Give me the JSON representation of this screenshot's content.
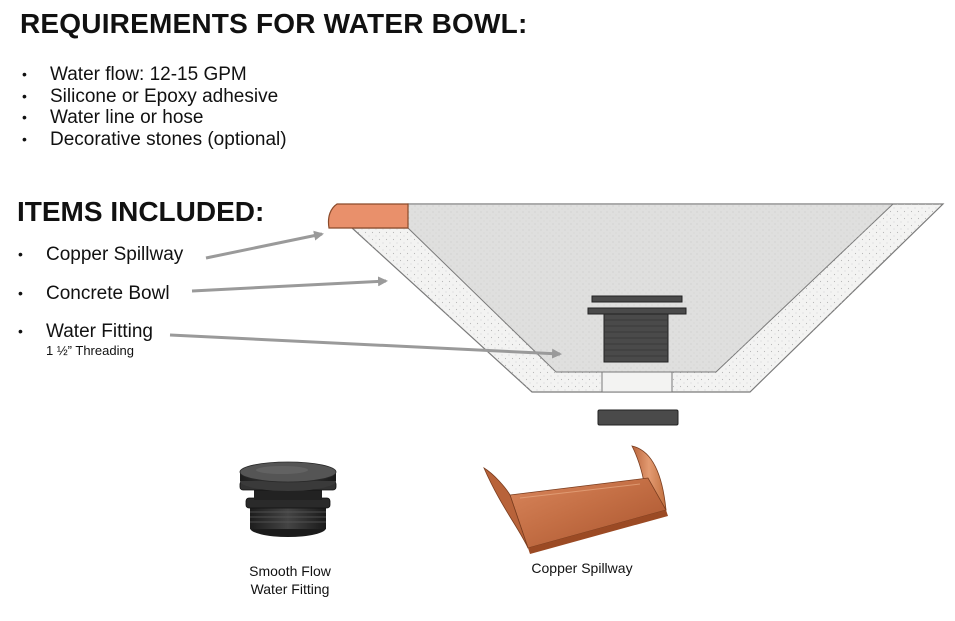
{
  "requirements": {
    "title": "REQUIREMENTS FOR WATER BOWL:",
    "items": [
      "Water flow: 12-15 GPM",
      "Silicone or Epoxy adhesive",
      "Water line or hose",
      "Decorative stones (optional)"
    ]
  },
  "included": {
    "title": "ITEMS INCLUDED:",
    "items": [
      {
        "label": "Copper Spillway",
        "sub": ""
      },
      {
        "label": "Concrete Bowl",
        "sub": ""
      },
      {
        "label": "Water Fitting",
        "sub": "1 ½” Threading"
      }
    ]
  },
  "captions": {
    "fitting_line1": "Smooth Flow",
    "fitting_line2": "Water Fitting",
    "spillway": "Copper Spillway"
  },
  "colors": {
    "copper": "#e9906b",
    "concrete": "#f1f1f0",
    "concrete_inner": "#dededd",
    "fitting": "#4a4a4a",
    "arrow": "#9a9a9a"
  }
}
